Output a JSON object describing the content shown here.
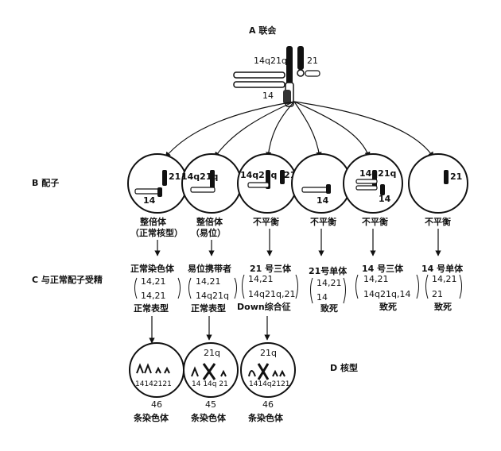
{
  "sections": {
    "a": "A 联会",
    "b": "B 配子",
    "c": "C 与正常配子受精",
    "d": "D 核型"
  },
  "synapsis": {
    "label_14q21q": "14q21q",
    "label_21": "21",
    "label_14": "14"
  },
  "gametes": [
    {
      "chrom": "21",
      "chrom2": "14",
      "desc1": "整倍体",
      "desc2": "（正常核型）"
    },
    {
      "chrom": "14q21q",
      "desc1": "整倍体",
      "desc2": "（易位）"
    },
    {
      "chrom": "14q21q",
      "chrom2": "21",
      "desc1": "不平衡",
      "desc2": ""
    },
    {
      "chrom": "14",
      "desc1": "不平衡",
      "desc2": ""
    },
    {
      "chrom": "14q21q",
      "chrom2": "14",
      "desc1": "不平衡",
      "desc2": ""
    },
    {
      "chrom": "21",
      "desc1": "不平衡",
      "desc2": ""
    }
  ],
  "zygotes": [
    {
      "title": "正常染色体",
      "line1": "14,21",
      "line2": "14,21",
      "result": "正常表型"
    },
    {
      "title": "易位携带者",
      "line1": "14,21",
      "line2": "14q21q",
      "result": "正常表型"
    },
    {
      "title": "21 号三体",
      "line1": "14,21",
      "line2": "14q21q,21",
      "result": "Down综合征"
    },
    {
      "title": "21号单体",
      "line1": "14,21",
      "line2": "14",
      "result": "致死"
    },
    {
      "title": "14 号三体",
      "line1": "14,21",
      "line2": "14q21q,14",
      "result": "致死"
    },
    {
      "title": "14 号单体",
      "line1": "14,21",
      "line2": "21",
      "result": "致死"
    }
  ],
  "karyotypes": [
    {
      "top": "",
      "labels": "14142121",
      "count": "46",
      "caption": "条染色体"
    },
    {
      "top": "21q",
      "labels": "14 14q 21",
      "count": "45",
      "caption": "条染色体"
    },
    {
      "top": "21q",
      "labels": "1414q2121",
      "count": "46",
      "caption": "条染色体"
    }
  ]
}
